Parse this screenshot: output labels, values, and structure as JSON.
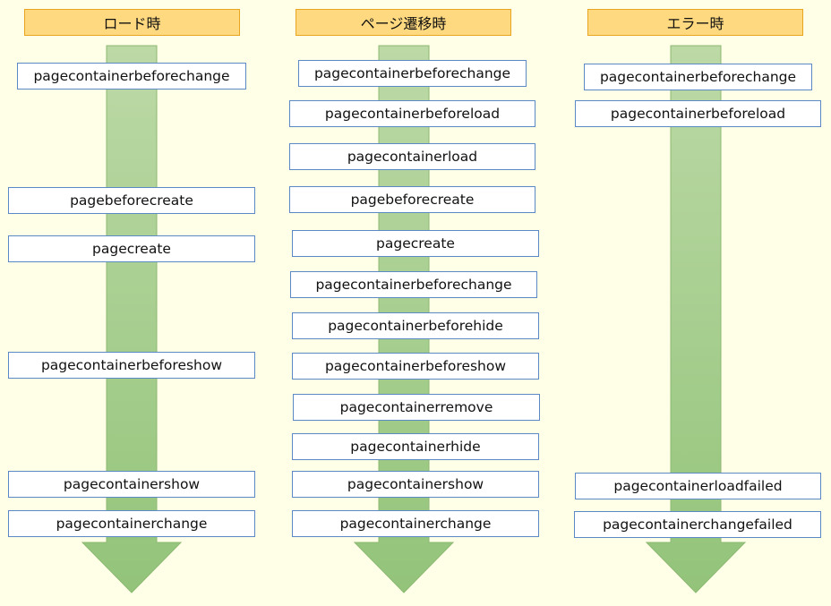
{
  "columns": [
    {
      "id": "load",
      "header": "ロード時",
      "events": [
        "pagecontainerbeforechange",
        "pagebeforecreate",
        "pagecreate",
        "pagecontainerbeforeshow",
        "pagecontainershow",
        "pagecontainerchange"
      ]
    },
    {
      "id": "transition",
      "header": "ページ遷移時",
      "events": [
        "pagecontainerbeforechange",
        "pagecontainerbeforeload",
        "pagecontainerload",
        "pagebeforecreate",
        "pagecreate",
        "pagecontainerbeforechange",
        "pagecontainerbeforehide",
        "pagecontainerbeforeshow",
        "pagecontainerremove",
        "pagecontainerhide",
        "pagecontainershow",
        "pagecontainerchange"
      ]
    },
    {
      "id": "error",
      "header": "エラー時",
      "events": [
        "pagecontainerbeforechange",
        "pagecontainerbeforeload",
        "pagecontainerloadfailed",
        "pagecontainerchangefailed"
      ]
    }
  ],
  "colors": {
    "background": "#FFFFE7",
    "header_fill": "#FFD97F",
    "header_border": "#E8A620",
    "arrow_top": "#BCD9A6",
    "arrow_bottom": "#93C47A",
    "arrow_border": "#8DB873",
    "box_border": "#5B89C6"
  }
}
